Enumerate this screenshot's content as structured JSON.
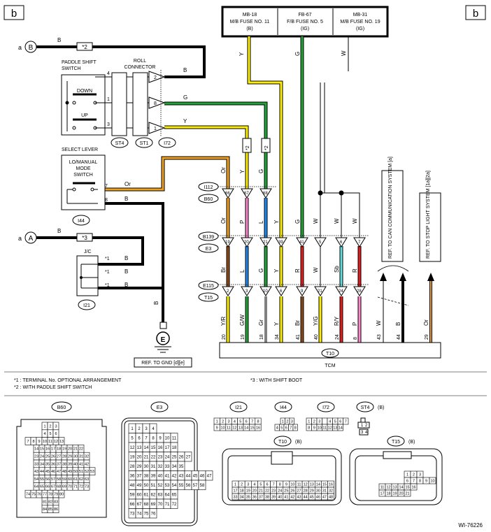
{
  "corner_label": "b",
  "fuses": [
    {
      "name": "MB-18",
      "desc": "M/B FUSE NO. 11",
      "sub": "(B)"
    },
    {
      "name": "FB-67",
      "desc": "F/B FUSE NO. 5",
      "sub": "(IG)"
    },
    {
      "name": "MB-31",
      "desc": "M/B FUSE NO. 19",
      "sub": "(IG)"
    }
  ],
  "terminal_a": "a",
  "terminal_b_label": "B",
  "terminal_A_label": "A",
  "paddle_switch": {
    "title1": "PADDLE SHIFT",
    "title2": "SWITCH",
    "down": "DOWN",
    "up": "UP"
  },
  "roll_connector": {
    "title1": "ROLL",
    "title2": "CONNECTOR"
  },
  "connectors": {
    "st4": "ST4",
    "st1": "ST1",
    "i72": "I72",
    "i44": "I44",
    "i21": "I21",
    "i112": "I112",
    "b60": "B60",
    "b139": "B139",
    "e3": "E3",
    "e115": "E115",
    "t15": "T15",
    "t10": "T10"
  },
  "select_lever": {
    "title": "SELECT LEVER",
    "line1": "LO/MANUAL",
    "line2": "MODE",
    "line3": "SWITCH"
  },
  "jc_label": "J/C",
  "ground_label": "E",
  "ref_gnd": "REF. TO GND  [d][e]",
  "tcm_label": "TCM",
  "ref_can": "REF. TO CAN COMMUNICATION SYSTEM [a]",
  "ref_stop": "REF. TO STOP LIGHT SYSTEM  [1a][2a]",
  "notes": {
    "n1": "*1  : TERMINAL No. OPTIONAL ARRANGEMENT",
    "n2": "*2  : WITH PADDLE SHIFT SWITCH",
    "n3": "*3  : WITH SHIFT BOOT"
  },
  "star1": "*1",
  "star2": "*2",
  "star3": "*3",
  "wire_colors": {
    "B": "B",
    "G": "G",
    "Y": "Y",
    "W": "W",
    "Or": "Or",
    "P": "P",
    "L": "L",
    "Br": "Br",
    "R": "R",
    "Sb": "Sb",
    "YR": "Y/R",
    "GW": "G/W",
    "Gr": "Gr",
    "YG": "Y/G",
    "RY": "R/Y"
  },
  "pins": {
    "p4": "4",
    "p1": "1",
    "p3": "3",
    "p2": "2",
    "p8": "8",
    "p7": "7",
    "i112": [
      "66",
      "67",
      "68"
    ],
    "b139": [
      "19",
      "20",
      "21",
      "39",
      "41",
      "5",
      "6",
      "7"
    ],
    "e115": [
      "2",
      "3",
      "10",
      "6",
      "9",
      "21",
      "24",
      "28"
    ],
    "t10": [
      "20",
      "19",
      "18",
      "34",
      "41",
      "40",
      "24",
      "8",
      "43",
      "44",
      "29"
    ]
  },
  "conn_view_labels": {
    "b60": "B60",
    "e3": "E3",
    "i21": "I21",
    "i44": "I44",
    "i72": "I72",
    "st4": "ST4",
    "t10": "T10",
    "t15": "T15",
    "tag_b": "(B)"
  },
  "figure_id": "WI-76226"
}
